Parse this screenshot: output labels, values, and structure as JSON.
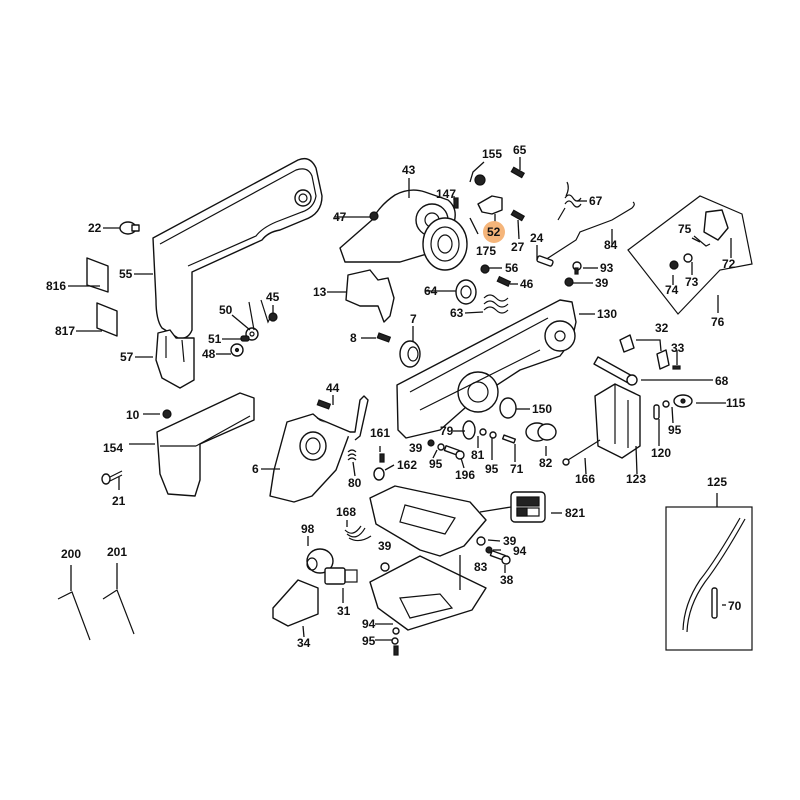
{
  "diagram": {
    "title": "Exploded parts diagram",
    "highlight_color": "#f5b57a",
    "highlighted_part": "52",
    "labels": [
      {
        "id": "22",
        "text": "22"
      },
      {
        "id": "55",
        "text": "55"
      },
      {
        "id": "816",
        "text": "816"
      },
      {
        "id": "817",
        "text": "817"
      },
      {
        "id": "57",
        "text": "57"
      },
      {
        "id": "50",
        "text": "50"
      },
      {
        "id": "45",
        "text": "45"
      },
      {
        "id": "51",
        "text": "51"
      },
      {
        "id": "48",
        "text": "48"
      },
      {
        "id": "43",
        "text": "43"
      },
      {
        "id": "47",
        "text": "47"
      },
      {
        "id": "13",
        "text": "13"
      },
      {
        "id": "155",
        "text": "155"
      },
      {
        "id": "65",
        "text": "65"
      },
      {
        "id": "147",
        "text": "147"
      },
      {
        "id": "52",
        "text": "52"
      },
      {
        "id": "27",
        "text": "27"
      },
      {
        "id": "175",
        "text": "175"
      },
      {
        "id": "56",
        "text": "56"
      },
      {
        "id": "46",
        "text": "46"
      },
      {
        "id": "64",
        "text": "64"
      },
      {
        "id": "63",
        "text": "63"
      },
      {
        "id": "7",
        "text": "7"
      },
      {
        "id": "8",
        "text": "8"
      },
      {
        "id": "67",
        "text": "67"
      },
      {
        "id": "24",
        "text": "24"
      },
      {
        "id": "84",
        "text": "84"
      },
      {
        "id": "93",
        "text": "93"
      },
      {
        "id": "39a",
        "text": "39"
      },
      {
        "id": "130",
        "text": "130"
      },
      {
        "id": "75",
        "text": "75"
      },
      {
        "id": "72",
        "text": "72"
      },
      {
        "id": "74",
        "text": "74"
      },
      {
        "id": "73",
        "text": "73"
      },
      {
        "id": "76",
        "text": "76"
      },
      {
        "id": "32",
        "text": "32"
      },
      {
        "id": "33",
        "text": "33"
      },
      {
        "id": "68",
        "text": "68"
      },
      {
        "id": "115",
        "text": "115"
      },
      {
        "id": "95c",
        "text": "95"
      },
      {
        "id": "120",
        "text": "120"
      },
      {
        "id": "123",
        "text": "123"
      },
      {
        "id": "166",
        "text": "166"
      },
      {
        "id": "150",
        "text": "150"
      },
      {
        "id": "79",
        "text": "79"
      },
      {
        "id": "81",
        "text": "81"
      },
      {
        "id": "71",
        "text": "71"
      },
      {
        "id": "95b",
        "text": "95"
      },
      {
        "id": "82",
        "text": "82"
      },
      {
        "id": "196",
        "text": "196"
      },
      {
        "id": "95a",
        "text": "95"
      },
      {
        "id": "39b",
        "text": "39"
      },
      {
        "id": "161",
        "text": "161"
      },
      {
        "id": "162",
        "text": "162"
      },
      {
        "id": "44",
        "text": "44"
      },
      {
        "id": "6",
        "text": "6"
      },
      {
        "id": "80",
        "text": "80"
      },
      {
        "id": "10",
        "text": "10"
      },
      {
        "id": "154",
        "text": "154"
      },
      {
        "id": "21",
        "text": "21"
      },
      {
        "id": "821",
        "text": "821"
      },
      {
        "id": "168",
        "text": "168"
      },
      {
        "id": "98",
        "text": "98"
      },
      {
        "id": "39c",
        "text": "39"
      },
      {
        "id": "39d",
        "text": "39"
      },
      {
        "id": "94a",
        "text": "94"
      },
      {
        "id": "38",
        "text": "38"
      },
      {
        "id": "83",
        "text": "83"
      },
      {
        "id": "31",
        "text": "31"
      },
      {
        "id": "34",
        "text": "34"
      },
      {
        "id": "94b",
        "text": "94"
      },
      {
        "id": "95d",
        "text": "95"
      },
      {
        "id": "200",
        "text": "200"
      },
      {
        "id": "201",
        "text": "201"
      },
      {
        "id": "125",
        "text": "125"
      },
      {
        "id": "70",
        "text": "70"
      }
    ]
  }
}
